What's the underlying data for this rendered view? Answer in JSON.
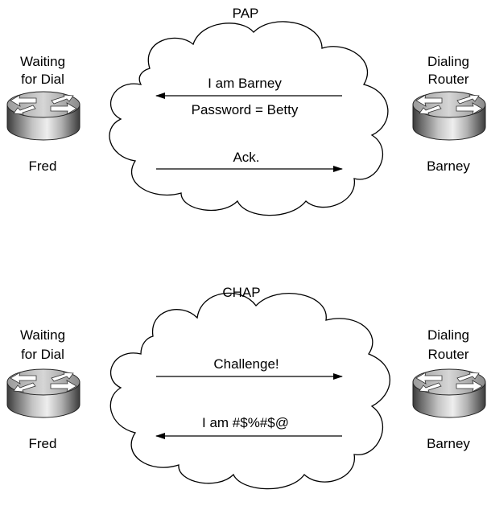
{
  "diagrams": [
    {
      "title": "PAP",
      "left": {
        "role_line1": "Waiting",
        "role_line2": "for Dial",
        "name": "Fred"
      },
      "right": {
        "role_line1": "Dialing",
        "role_line2": "Router",
        "name": "Barney"
      },
      "messages": [
        {
          "text": "I am Barney",
          "direction": "right-to-left"
        },
        {
          "text": "Password = Betty",
          "direction": "right-to-left"
        },
        {
          "text": "Ack.",
          "direction": "left-to-right"
        }
      ]
    },
    {
      "title": "CHAP",
      "left": {
        "role_line1": "Waiting",
        "role_line2": "for Dial",
        "name": "Fred"
      },
      "right": {
        "role_line1": "Dialing",
        "role_line2": "Router",
        "name": "Barney"
      },
      "messages": [
        {
          "text": "Challenge!",
          "direction": "left-to-right"
        },
        {
          "text": "I am #$%#$@",
          "direction": "right-to-left"
        }
      ]
    }
  ],
  "icons": {
    "router": "router-icon",
    "cloud": "cloud-icon",
    "arrow": "arrow-icon"
  },
  "colors": {
    "line": "#000000",
    "router_dark": "#3a3a3a",
    "router_light": "#e6e6e6",
    "background": "#ffffff"
  }
}
